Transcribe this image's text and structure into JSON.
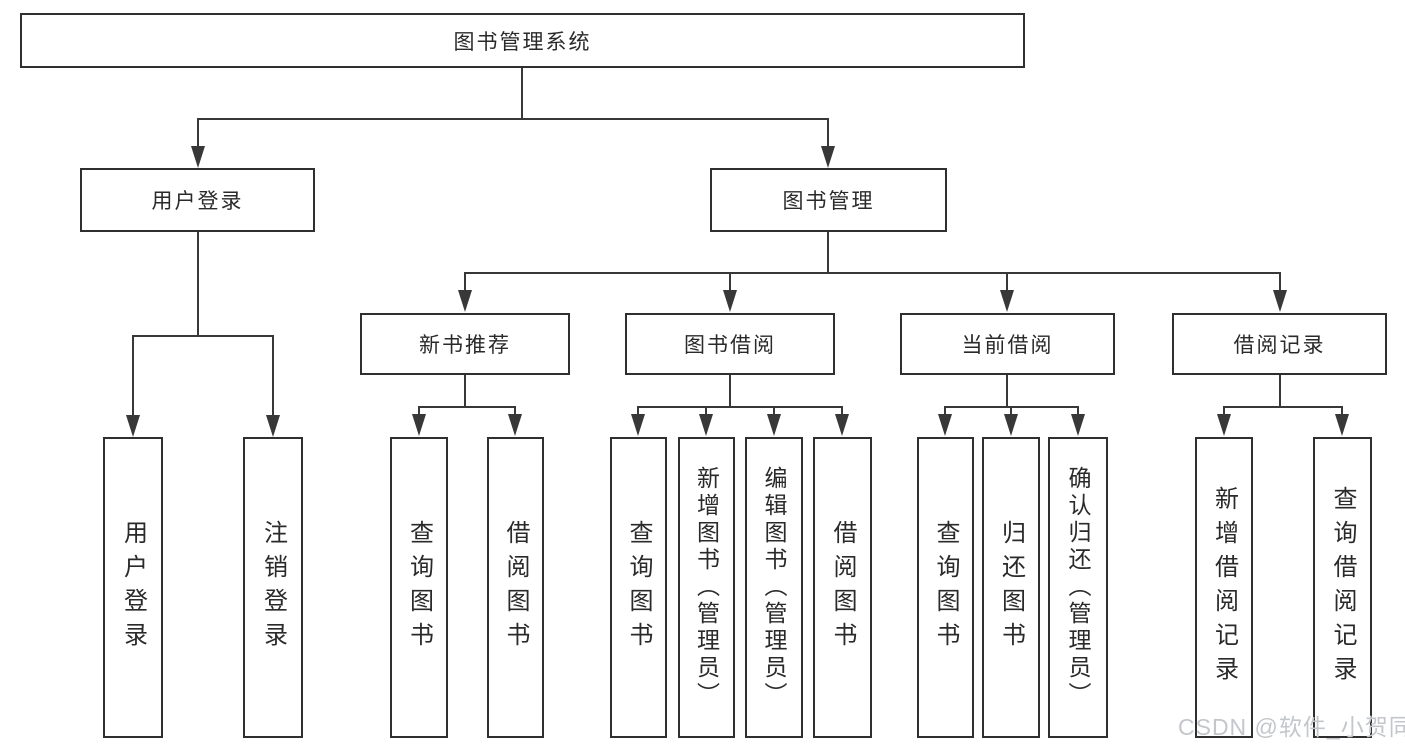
{
  "diagram_title": "图书管理系统",
  "tree": {
    "root": {
      "label": "图书管理系统"
    },
    "branches": [
      {
        "label": "用户登录",
        "children": [
          {
            "label": "用户登录"
          },
          {
            "label": "注销登录"
          }
        ]
      },
      {
        "label": "图书管理",
        "children": [
          {
            "label": "新书推荐",
            "children": [
              {
                "label": "查询图书"
              },
              {
                "label": "借阅图书"
              }
            ]
          },
          {
            "label": "图书借阅",
            "children": [
              {
                "label": "查询图书"
              },
              {
                "label": "新增图书（管理员）"
              },
              {
                "label": "编辑图书（管理员）"
              },
              {
                "label": "借阅图书"
              }
            ]
          },
          {
            "label": "当前借阅",
            "children": [
              {
                "label": "查询图书"
              },
              {
                "label": "归还图书"
              },
              {
                "label": "确认归还（管理员）"
              }
            ]
          },
          {
            "label": "借阅记录",
            "children": [
              {
                "label": "新增借阅记录"
              },
              {
                "label": "查询借阅记录"
              }
            ]
          }
        ]
      }
    ]
  },
  "watermark": "CSDN @软件_小贺同学",
  "colors": {
    "line": "#383838",
    "box_border": "#2f2f2f",
    "text": "#2a2a2a",
    "watermark": "#c3c7cb",
    "background": "#ffffff"
  }
}
